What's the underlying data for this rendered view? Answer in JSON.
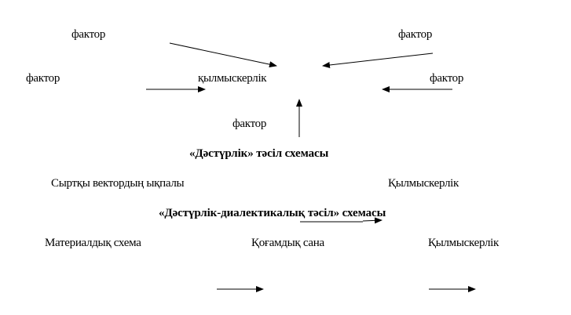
{
  "scheme1": {
    "factor_top_left": "фактор",
    "factor_top_right": "фактор",
    "factor_left": "фактор",
    "center": "қылмыскерлік",
    "factor_right": "фактор",
    "factor_bottom": "фактор",
    "title": "«Дәстүрлік» тәсіл схемасы"
  },
  "scheme2": {
    "left": "Сыртқы вектордың ықпалы",
    "right": "Қылмыскерлік",
    "title": "«Дәстүрлік-диалектикалық тәсіл» схемасы"
  },
  "scheme3": {
    "item1": "Материалдық схема",
    "item2": "Қоғамдық сана",
    "item3": "Қылмыскерлік"
  }
}
